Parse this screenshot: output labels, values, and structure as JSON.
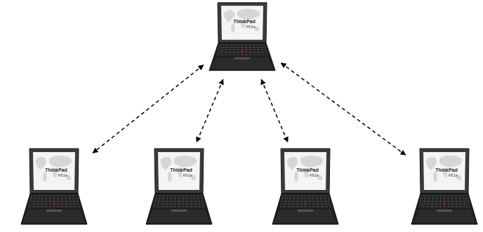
{
  "diagram": {
    "nodes": [
      {
        "text": [
          "ThinkPad",
          "X61s"
        ]
      },
      {
        "text": [
          "ThinkPad",
          "X61s"
        ]
      },
      {
        "text": [
          "ThinkPad",
          "X61s"
        ]
      },
      {
        "text": [
          "ThinkPad",
          "X61s"
        ]
      },
      {
        "text": [
          "ThinkPad",
          "X61s"
        ]
      }
    ],
    "edges": [
      {
        "from": 0,
        "to": 1,
        "arrow": "both"
      },
      {
        "from": 0,
        "to": 2,
        "arrow": "both"
      },
      {
        "from": 0,
        "to": 3,
        "arrow": "both"
      },
      {
        "from": 0,
        "to": 4,
        "arrow": "both"
      }
    ]
  }
}
